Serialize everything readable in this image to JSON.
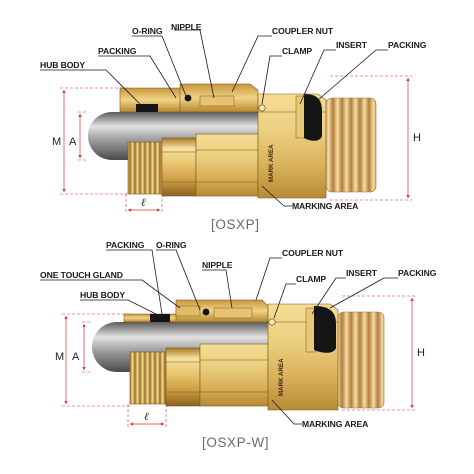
{
  "diagrams": [
    {
      "caption": "[OSXP]",
      "labels": {
        "hub_body": "HUB BODY",
        "packing_left": "PACKING",
        "o_ring": "O-RING",
        "nipple": "NIPPLE",
        "coupler_nut": "COUPLER NUT",
        "clamp": "CLAMP",
        "insert": "INSERT",
        "packing_right": "PACKING",
        "marking_area": "MARKING AREA"
      },
      "mark_text": "MARK AREA",
      "dims": {
        "m": "M",
        "a": "A",
        "h": "H",
        "l": "ℓ"
      }
    },
    {
      "caption": "[OSXP-W]",
      "labels": {
        "packing_left": "PACKING",
        "o_ring": "O-RING",
        "one_touch_gland": "ONE TOUCH GLAND",
        "nipple": "NIPPLE",
        "hub_body": "HUB BODY",
        "coupler_nut": "COUPLER NUT",
        "clamp": "CLAMP",
        "insert": "INSERT",
        "packing_right": "PACKING",
        "marking_area": "MARKING AREA"
      },
      "mark_text": "MARK AREA",
      "dims": {
        "m": "M",
        "a": "A",
        "h": "H",
        "l": "ℓ"
      }
    }
  ],
  "colors": {
    "brass_light": "#f3dd96",
    "brass_mid": "#d9b25a",
    "brass_dark": "#a87a28",
    "cable_grey": "#8a8a8a",
    "packing_black": "#151515",
    "dimension_red": "#e03030"
  }
}
